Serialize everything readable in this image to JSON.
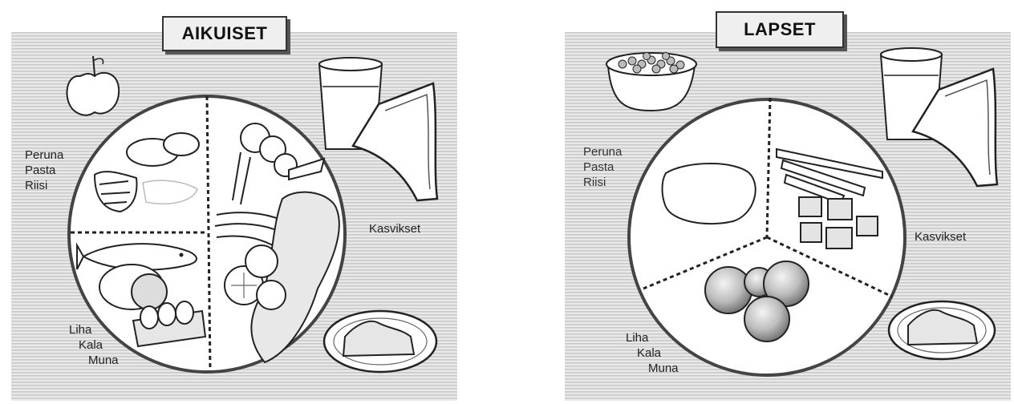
{
  "adults": {
    "title": "AIKUISET",
    "carbs_label": [
      "Peruna",
      "Pasta",
      "Riisi"
    ],
    "vegetables_label": "Kasvikset",
    "protein_label": [
      "Liha",
      "Kala",
      "Muna"
    ]
  },
  "kids": {
    "title": "LAPSET",
    "carbs_label": [
      "Peruna",
      "Pasta",
      "Riisi"
    ],
    "vegetables_label": "Kasvikset",
    "protein_label": [
      "Liha",
      "Kala",
      "Muna"
    ]
  },
  "colors": {
    "background_stripes": "#d4d4d4",
    "outline": "#222222",
    "plate_fill": "#ffffff"
  }
}
